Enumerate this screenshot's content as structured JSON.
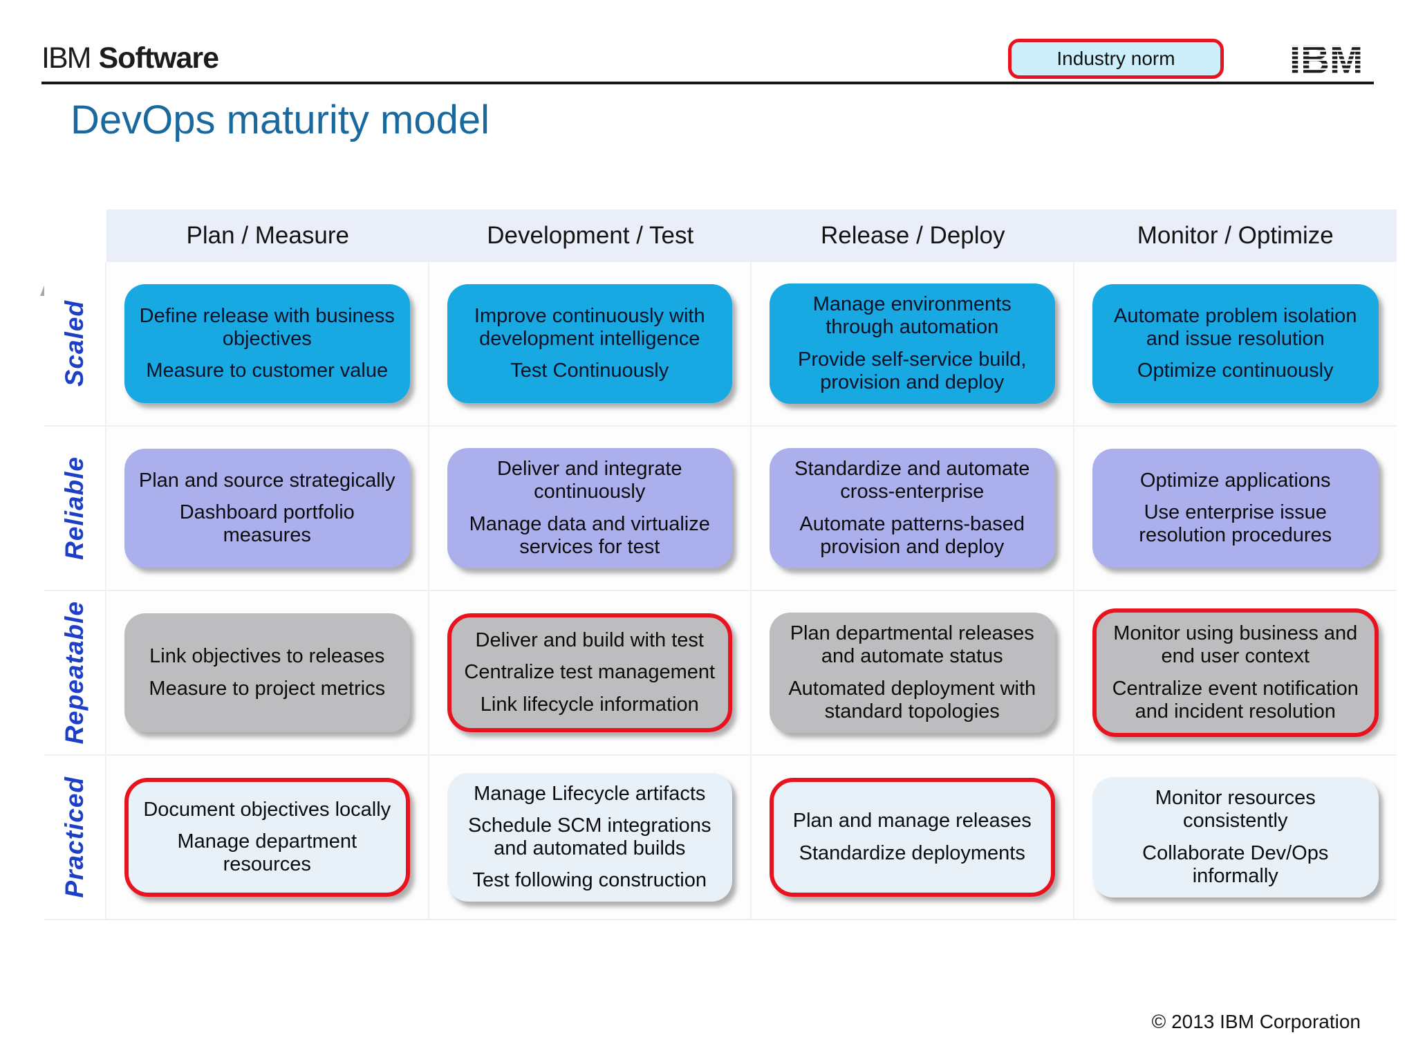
{
  "header": {
    "brand_ibm": "IBM",
    "brand_product": "Software",
    "badge": "Industry norm",
    "logo": "IBM"
  },
  "title": "DevOps maturity model",
  "matrix": {
    "columns": [
      "Plan / Measure",
      "Development / Test",
      "Release / Deploy",
      "Monitor / Optimize"
    ],
    "rows": [
      {
        "label": "Scaled",
        "cells": [
          {
            "lines": [
              "Define release with business objectives",
              "Measure to customer value"
            ],
            "highlight": false
          },
          {
            "lines": [
              "Improve continuously with development intelligence",
              "Test Continuously"
            ],
            "highlight": false
          },
          {
            "lines": [
              "Manage environments through automation",
              "Provide self-service build, provision and deploy"
            ],
            "highlight": false
          },
          {
            "lines": [
              "Automate problem isolation and issue resolution",
              "Optimize continuously"
            ],
            "highlight": false
          }
        ]
      },
      {
        "label": "Reliable",
        "cells": [
          {
            "lines": [
              "Plan and source strategically",
              "Dashboard portfolio measures"
            ],
            "highlight": false
          },
          {
            "lines": [
              "Deliver and integrate continuously",
              "Manage data and virtualize services for test"
            ],
            "highlight": false
          },
          {
            "lines": [
              "Standardize and automate cross-enterprise",
              "Automate patterns-based provision and deploy"
            ],
            "highlight": false
          },
          {
            "lines": [
              "Optimize applications",
              "Use enterprise issue resolution procedures"
            ],
            "highlight": false
          }
        ]
      },
      {
        "label": "Repeatable",
        "cells": [
          {
            "lines": [
              "Link objectives to releases",
              "Measure to project metrics"
            ],
            "highlight": false
          },
          {
            "lines": [
              "Deliver and build with test",
              "Centralize test management",
              "Link lifecycle information"
            ],
            "highlight": true
          },
          {
            "lines": [
              "Plan departmental releases and automate status",
              "Automated deployment with standard topologies"
            ],
            "highlight": false
          },
          {
            "lines": [
              "Monitor using business and end user context",
              "Centralize event notification and incident resolution"
            ],
            "highlight": true
          }
        ]
      },
      {
        "label": "Practiced",
        "cells": [
          {
            "lines": [
              "Document objectives locally",
              "Manage department resources"
            ],
            "highlight": true
          },
          {
            "lines": [
              "Manage Lifecycle artifacts",
              "Schedule SCM integrations and automated builds",
              "Test following construction"
            ],
            "highlight": false
          },
          {
            "lines": [
              "Plan and manage releases",
              "Standardize deployments"
            ],
            "highlight": true
          },
          {
            "lines": [
              "Monitor resources consistently",
              "Collaborate Dev/Ops informally"
            ],
            "highlight": false
          }
        ]
      }
    ]
  },
  "footer": {
    "copyright": "© 2013 IBM Corporation"
  },
  "colors": {
    "row_scaled": "#18a8e2",
    "row_reliable": "#abb0ec",
    "row_repeatable": "#bdbdbf",
    "row_practiced": "#e8f0f8",
    "highlight_border": "#e8131f",
    "badge_fill": "#cdeefb",
    "title_blue": "#19699e",
    "row_label_blue": "#1d3fc8"
  }
}
